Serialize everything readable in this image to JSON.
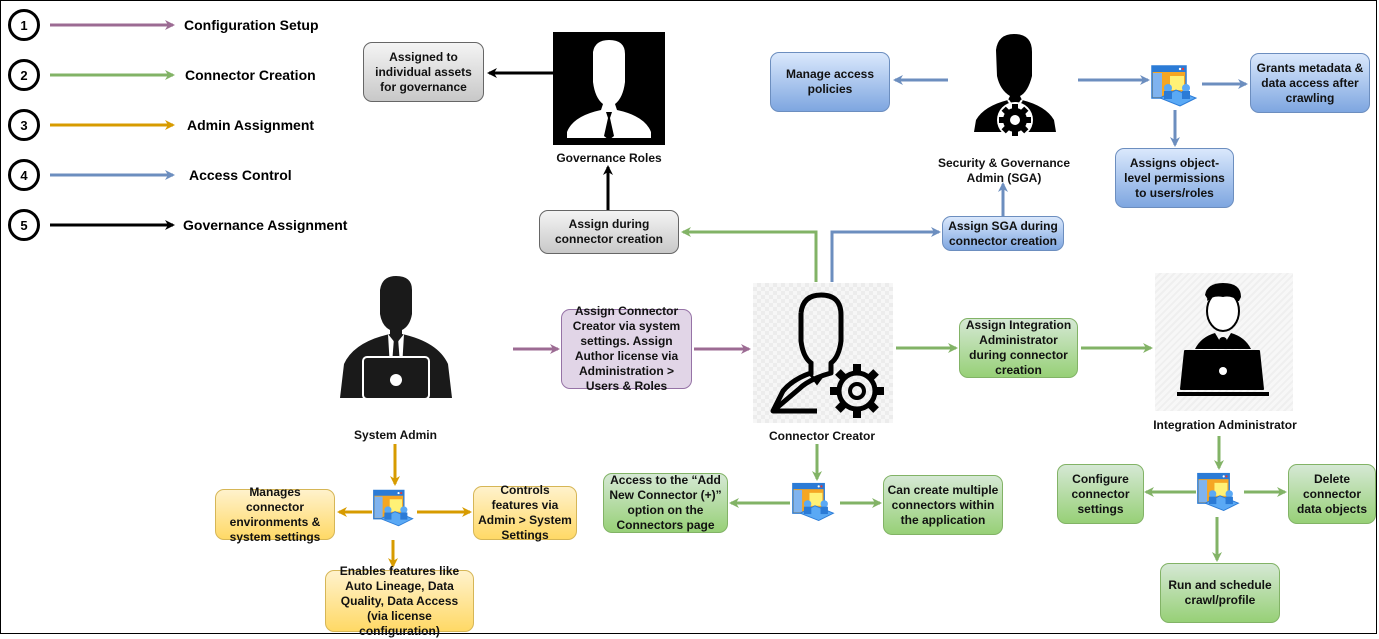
{
  "legend": [
    {
      "number": "1",
      "label": "Configuration Setup",
      "color": "#9c6b93"
    },
    {
      "number": "2",
      "label": "Connector Creation",
      "color": "#82b366"
    },
    {
      "number": "3",
      "label": "Admin Assignment",
      "color": "#d79b00"
    },
    {
      "number": "4",
      "label": "Access Control",
      "color": "#6c8ebf"
    },
    {
      "number": "5",
      "label": "Governance Assignment",
      "color": "#000000"
    }
  ],
  "actors": {
    "governance_roles": "Governance Roles",
    "sga": "Security & Governance\nAdmin (SGA)",
    "system_admin": "System Admin",
    "connector_creator": "Connector Creator",
    "integration_admin": "Integration Administrator"
  },
  "boxes": {
    "assigned_assets": "Assigned to individual assets for governance",
    "assign_during_creation": "Assign during connector creation",
    "manage_access": "Manage access policies",
    "grants_metadata": "Grants metadata & data access after crawling",
    "object_permissions": "Assigns object-level permissions to users/roles",
    "assign_sga": "Assign SGA during connector creation",
    "assign_connector_creator": "Assign Connector Creator via system settings. Assign Author license via Administration > Users & Roles",
    "assign_integration_admin": "Assign Integration Administrator during connector creation",
    "manages_env": "Manages connector environments & system settings",
    "controls_features": "Controls features via Admin > System Settings",
    "enables_features": "Enables features like Auto Lineage, Data Quality, Data Access (via license configuration)",
    "add_new_connector": "Access to the “Add New Connector (+)” option on the Connectors page",
    "create_multiple": "Can create multiple connectors within the application",
    "configure_settings": "Configure connector settings",
    "delete_objects": "Delete connector data objects",
    "run_schedule": "Run and schedule crawl/profile"
  },
  "colors": {
    "purple": "#9c6b93",
    "green": "#82b366",
    "orange": "#d79b00",
    "blue": "#6c8ebf",
    "black": "#000000"
  }
}
